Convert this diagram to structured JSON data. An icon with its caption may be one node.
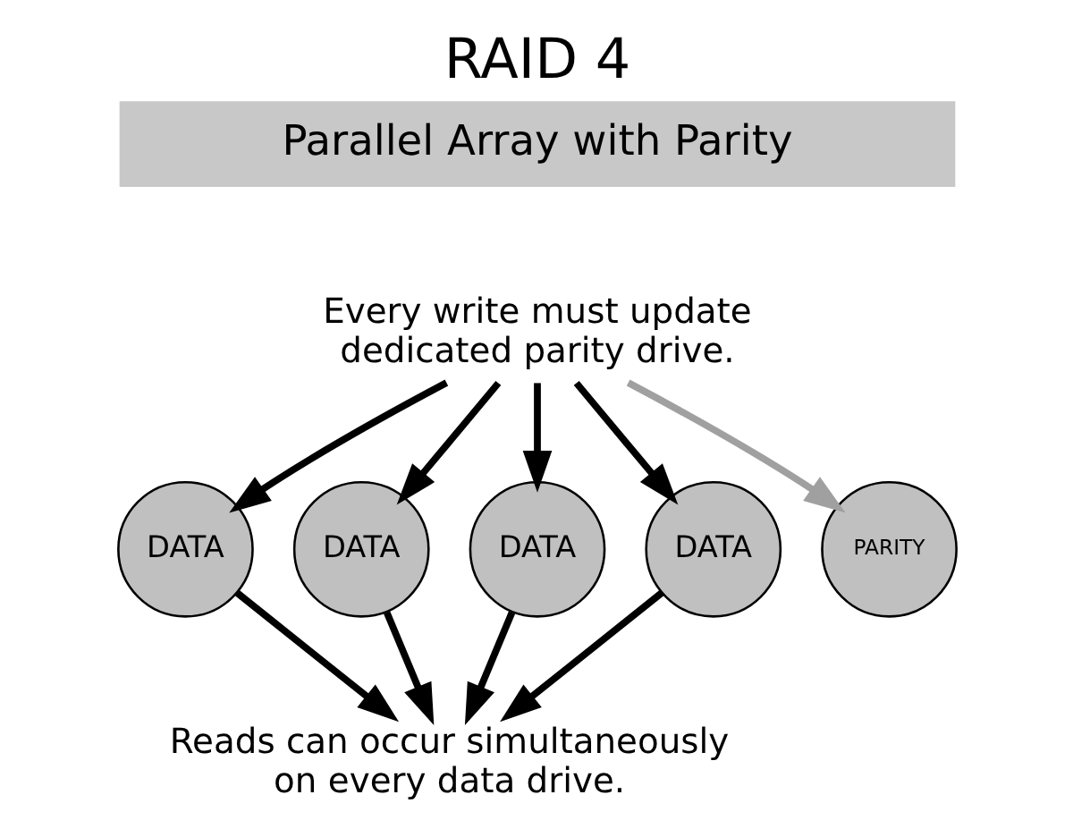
{
  "diagram": {
    "title": "RAID 4",
    "nodes": [
      {
        "text": [
          "Parallel Array with Parity"
        ]
      },
      {
        "text": [
          "Every write must update dedicated parity drive."
        ]
      },
      {
        "text": [
          "DATA"
        ]
      },
      {
        "text": [
          "DATA"
        ]
      },
      {
        "text": [
          "DATA"
        ]
      },
      {
        "text": [
          "DATA"
        ]
      },
      {
        "text": [
          "PARITY"
        ]
      },
      {
        "text": [
          "Reads can occur simultaneously on every data drive."
        ]
      }
    ],
    "edges": [
      {
        "from": 1,
        "to": 2,
        "arrow": "to"
      },
      {
        "from": 1,
        "to": 3,
        "arrow": "to"
      },
      {
        "from": 1,
        "to": 4,
        "arrow": "to"
      },
      {
        "from": 1,
        "to": 5,
        "arrow": "to"
      },
      {
        "from": 1,
        "to": 6,
        "arrow": "to",
        "color": "#a0a0a0"
      },
      {
        "from": 2,
        "to": 7,
        "arrow": "to"
      },
      {
        "from": 3,
        "to": 7,
        "arrow": "to"
      },
      {
        "from": 4,
        "to": 7,
        "arrow": "to"
      },
      {
        "from": 5,
        "to": 7,
        "arrow": "to"
      }
    ]
  }
}
